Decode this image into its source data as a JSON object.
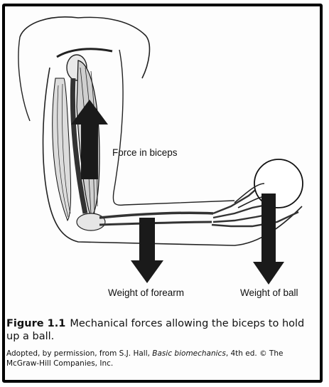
{
  "figure": {
    "labels": {
      "biceps": "Force in biceps",
      "forearm": "Weight of forearm",
      "ball": "Weight of ball"
    },
    "caption_number": "Figure 1.1",
    "caption_text": "Mechanical forces allowing the biceps to hold up a ball.",
    "credit_prefix": "Adopted, by permission, from S.J. Hall, ",
    "credit_book": "Basic biomechanics",
    "credit_suffix": ", 4th ed. © The McGraw-Hill Companies, Inc."
  }
}
